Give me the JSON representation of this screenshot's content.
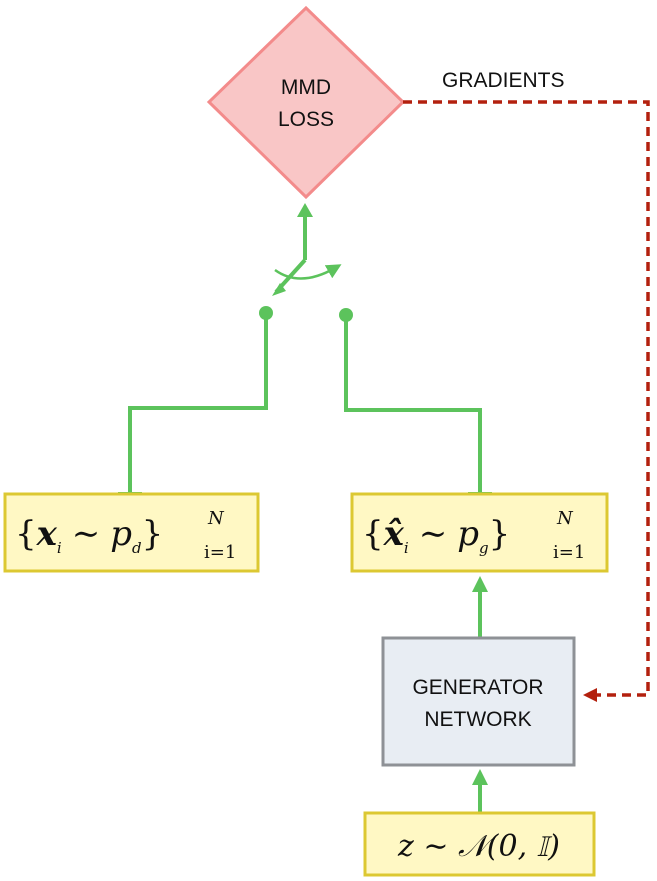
{
  "diagram": {
    "mmd_loss": {
      "line1": "MMD",
      "line2": "LOSS"
    },
    "gradients_label": "GRADIENTS",
    "real_samples": {
      "open_brace": "{",
      "x": "x",
      "sub_i": "i",
      "tilde": "∼",
      "p": "p",
      "sub_d": "d",
      "close_brace": "}",
      "sup_N": "N",
      "sub_range": "i=1"
    },
    "generated_samples": {
      "open_brace": "{",
      "x": "x̂",
      "sub_i": "i",
      "tilde": "∼",
      "p": "p",
      "sub_g": "g",
      "close_brace": "}",
      "sup_N": "N",
      "sub_range": "i=1"
    },
    "generator": {
      "line1": "GENERATOR",
      "line2": "NETWORK"
    },
    "noise": {
      "text": "z ∼ 𝒩(0, 𝕀)"
    },
    "colors": {
      "green": "#5cc35c",
      "loss_fill": "#f9c6c6",
      "loss_stroke": "#f38b8b",
      "sample_fill": "#fff8c4",
      "sample_stroke": "#dcc832",
      "generator_fill": "#e8edf3",
      "generator_stroke": "#8e9196",
      "gradient_arrow": "#b3200e"
    }
  }
}
